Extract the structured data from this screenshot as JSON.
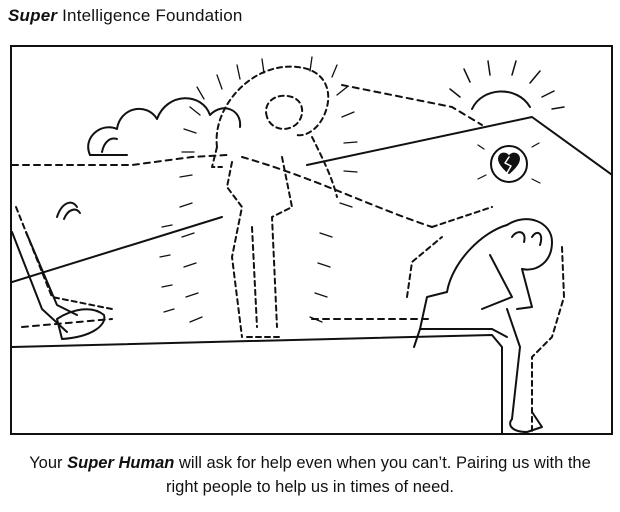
{
  "header": {
    "brand_bold": "Super",
    "brand_rest": " Intelligence Foundation"
  },
  "caption": {
    "prefix": "Your ",
    "emphasis": "Super Human",
    "line1_rest": " will ask for help even when you can’t. Pairing us with the",
    "line2": "right people to help us in times of need."
  },
  "colors": {
    "ink": "#111111",
    "background": "#ffffff"
  },
  "icons": [
    "broken-heart-icon",
    "sun-icon",
    "cloud-icon"
  ]
}
